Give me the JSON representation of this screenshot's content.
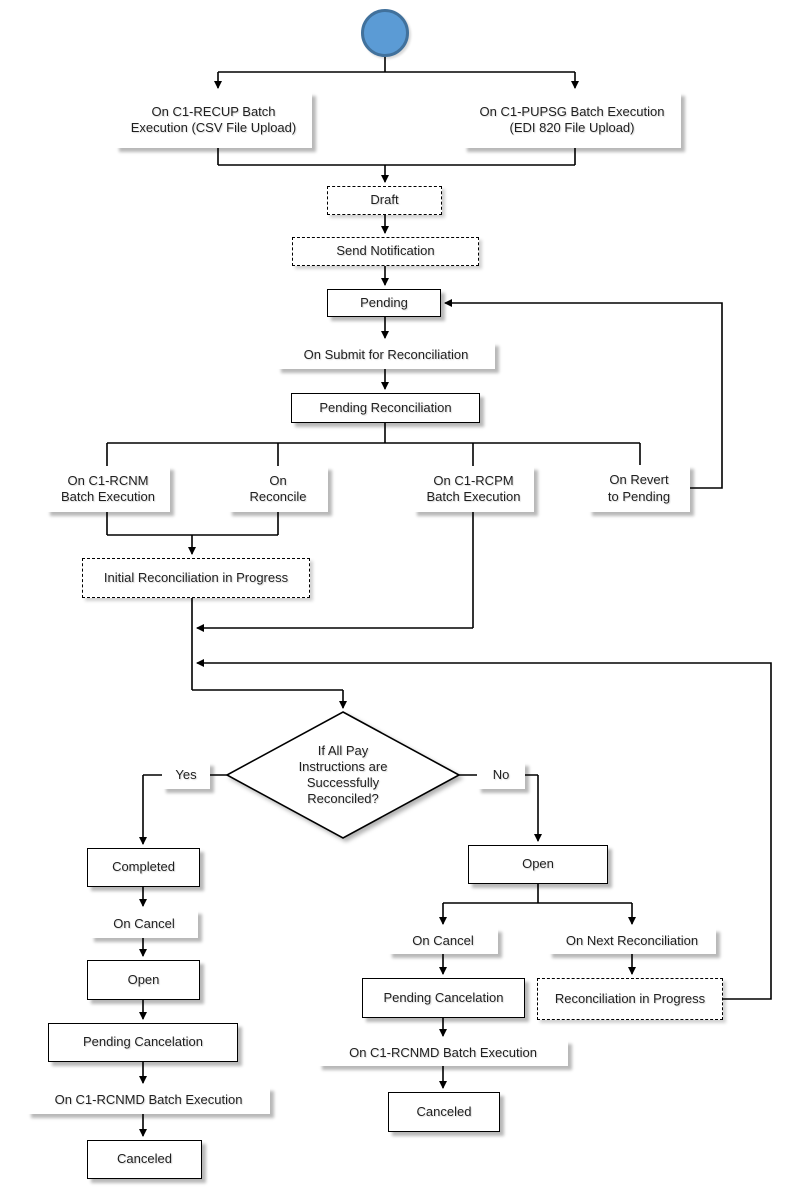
{
  "diagram": {
    "title": "Reconciliation status transition flowchart",
    "colors": {
      "start_fill": "#5B9BD5",
      "start_border": "#41719C",
      "line": "#000000",
      "node_bg": "#FFFFFF",
      "text": "#1F1F1F"
    },
    "nodes": {
      "recup": "On C1-RECUP Batch\nExecution (CSV File Upload)",
      "pupsg": "On C1-PUPSG Batch Execution\n(EDI 820 File Upload)",
      "draft": "Draft",
      "send_notification": "Send Notification",
      "pending": "Pending",
      "on_submit": "On Submit for Reconciliation",
      "pending_reconciliation": "Pending Reconciliation",
      "on_rcnm": "On C1-RCNM\nBatch Execution",
      "on_reconcile": "On\nReconcile",
      "on_rcpm": "On C1-RCPM\nBatch Execution",
      "on_revert": "On Revert\nto Pending",
      "initial_progress": "Initial Reconciliation in Progress",
      "decision": "If All Pay\nInstructions are\nSuccessfully\nReconciled?",
      "yes": "Yes",
      "no": "No",
      "completed": "Completed",
      "on_cancel_left": "On Cancel",
      "open_left": "Open",
      "pending_cancelation_left": "Pending Cancelation",
      "on_rcnmd_left": "On C1-RCNMD Batch Execution",
      "canceled_left": "Canceled",
      "open_right": "Open",
      "on_cancel_right": "On Cancel",
      "on_next_reconciliation": "On Next Reconciliation",
      "pending_cancelation_right": "Pending Cancelation",
      "reconciliation_in_progress": "Reconciliation in Progress",
      "on_rcnmd_right": "On C1-RCNMD Batch Execution",
      "canceled_right": "Canceled"
    }
  }
}
